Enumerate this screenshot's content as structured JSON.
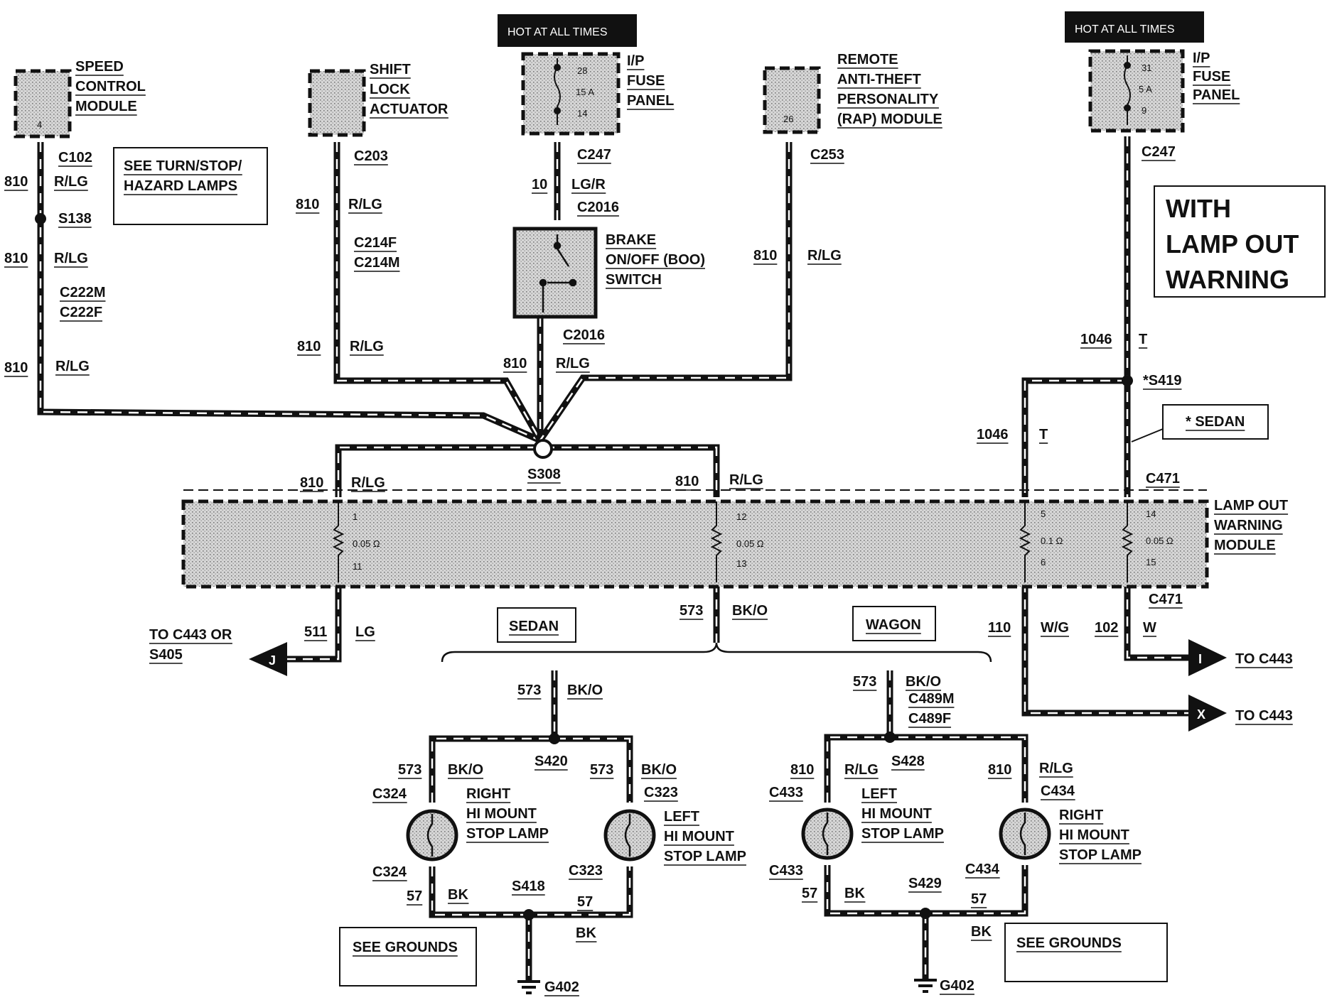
{
  "components": {
    "speed_control": {
      "lines": [
        "SPEED",
        "CONTROL",
        "MODULE"
      ],
      "pin": "4"
    },
    "shift_lock": {
      "lines": [
        "SHIFT",
        "LOCK",
        "ACTUATOR"
      ]
    },
    "fuse_panel_1": {
      "lines": [
        "I/P",
        "FUSE",
        "PANEL"
      ],
      "hot": "HOT AT ALL TIMES",
      "pins": [
        "28",
        "15 A",
        "14"
      ]
    },
    "rap_module": {
      "lines": [
        "REMOTE",
        "ANTI-THEFT",
        "PERSONALITY",
        "(RAP) MODULE"
      ],
      "pin": "26"
    },
    "fuse_panel_2": {
      "lines": [
        "I/P",
        "FUSE",
        "PANEL"
      ],
      "hot": "HOT AT ALL TIMES",
      "pins": [
        "31",
        "5 A",
        "9"
      ]
    },
    "boo_switch": {
      "lines": [
        "BRAKE",
        "ON/OFF (BOO)",
        "SWITCH"
      ]
    },
    "lamp_out_module": {
      "lines": [
        "LAMP OUT",
        "WARNING",
        "MODULE"
      ]
    },
    "right_hi_mount_sedan": {
      "lines": [
        "RIGHT",
        "HI MOUNT",
        "STOP LAMP"
      ]
    },
    "left_hi_mount_sedan": {
      "lines": [
        "LEFT",
        "HI MOUNT",
        "STOP LAMP"
      ]
    },
    "left_hi_mount_wagon": {
      "lines": [
        "LEFT",
        "HI MOUNT",
        "STOP LAMP"
      ]
    },
    "right_hi_mount_wagon": {
      "lines": [
        "RIGHT",
        "HI MOUNT",
        "STOP LAMP"
      ]
    }
  },
  "boxes": {
    "see_turn": [
      "SEE TURN/STOP/",
      "HAZARD LAMPS"
    ],
    "with_lamp_out": [
      "WITH",
      "LAMP OUT",
      "WARNING"
    ],
    "sedan_note": "*  SEDAN",
    "sedan": "SEDAN",
    "wagon": "WAGON",
    "see_grounds_1": "SEE GROUNDS",
    "see_grounds_2": "SEE GROUNDS"
  },
  "module_pins": [
    {
      "top": "1",
      "res": "0.05 Ω",
      "bottom": "11"
    },
    {
      "top": "12",
      "res": "0.05 Ω",
      "bottom": "13"
    },
    {
      "top": "5",
      "res": "0.1 Ω",
      "bottom": "6"
    },
    {
      "top": "14",
      "res": "0.05 Ω",
      "bottom": "15"
    }
  ],
  "connectors": {
    "c102": "C102",
    "s138": "S138",
    "c222m": "C222M",
    "c222f": "C222F",
    "c203": "C203",
    "c214f": "C214F",
    "c214m": "C214M",
    "c247_a": "C247",
    "c2016_a": "C2016",
    "c2016_b": "C2016",
    "c253": "C253",
    "c247_b": "C247",
    "s419": "*S419",
    "s308": "S308",
    "c471_a": "C471",
    "c471_b": "C471",
    "s420": "S420",
    "c324_a": "C324",
    "c324_b": "C324",
    "c323_a": "C323",
    "c323_b": "C323",
    "s418": "S418",
    "g402_a": "G402",
    "c489m": "C489M",
    "c489f": "C489F",
    "s428": "S428",
    "c433_a": "C433",
    "c433_b": "C433",
    "c434_a": "C434",
    "c434_b": "C434",
    "s429": "S429",
    "g402_b": "G402"
  },
  "wires": {
    "w810_1a": {
      "num": "810",
      "color": "R/LG"
    },
    "w810_1b": {
      "num": "810",
      "color": "R/LG"
    },
    "w810_1c": {
      "num": "810",
      "color": "R/LG"
    },
    "w810_2a": {
      "num": "810",
      "color": "R/LG"
    },
    "w810_2b": {
      "num": "810",
      "color": "R/LG"
    },
    "w10": {
      "num": "10",
      "color": "LG/R"
    },
    "w810_3": {
      "num": "810",
      "color": "R/LG"
    },
    "w810_4": {
      "num": "810",
      "color": "R/LG"
    },
    "w1046_a": {
      "num": "1046",
      "color": "T"
    },
    "w1046_b": {
      "num": "1046",
      "color": "T"
    },
    "w810_5": {
      "num": "810",
      "color": "R/LG"
    },
    "w810_6": {
      "num": "810",
      "color": "R/LG"
    },
    "w511": {
      "num": "511",
      "color": "LG"
    },
    "w573_main": {
      "num": "573",
      "color": "BK/O"
    },
    "w110": {
      "num": "110",
      "color": "W/G"
    },
    "w102": {
      "num": "102",
      "color": "W"
    },
    "w573_s": {
      "num": "573",
      "color": "BK/O"
    },
    "w573_sl": {
      "num": "573",
      "color": "BK/O"
    },
    "w573_sr": {
      "num": "573",
      "color": "BK/O"
    },
    "w57_sl": {
      "num": "57",
      "color": "BK"
    },
    "w57_sr": {
      "num": "57",
      "color": ""
    },
    "bk_s": "BK",
    "w573_w": {
      "num": "573",
      "color": "BK/O"
    },
    "w810_wl": {
      "num": "810",
      "color": "R/LG"
    },
    "w810_wr": {
      "num": "810",
      "color": "R/LG"
    },
    "w57_wl": {
      "num": "57",
      "color": "BK"
    },
    "w57_wr": {
      "num": "57",
      "color": ""
    },
    "bk_w": "BK"
  },
  "destinations": {
    "to_c443_or": [
      "TO C443 OR",
      "S405"
    ],
    "arrow_j": "J",
    "arrow_i": "I",
    "arrow_x": "X",
    "to_c443_i": "TO C443",
    "to_c443_x": "TO C443"
  }
}
